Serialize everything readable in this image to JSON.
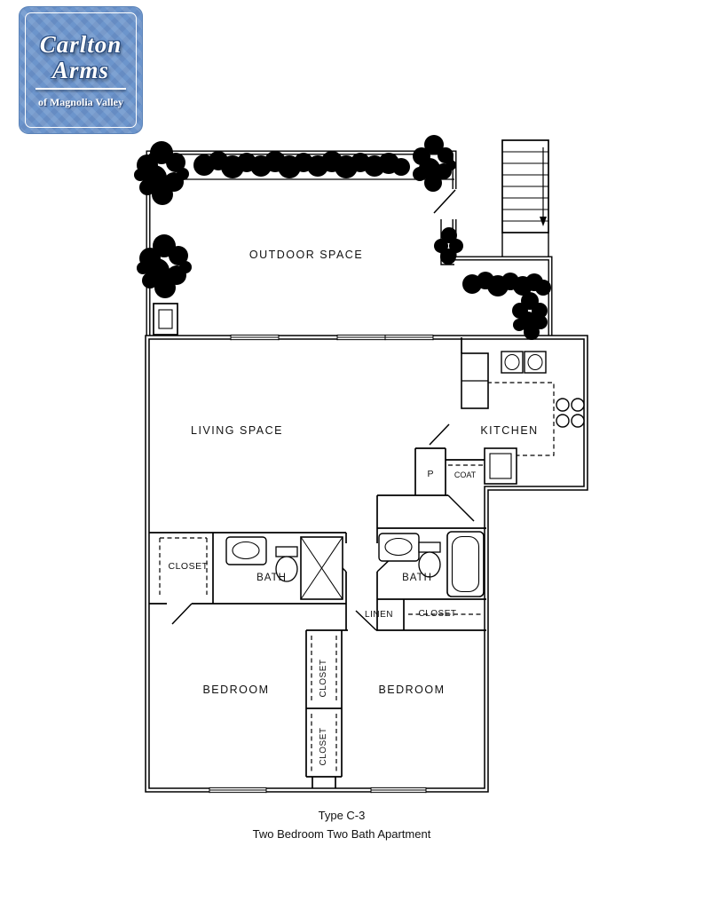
{
  "logo": {
    "name_line1": "Carlton",
    "name_line2": "Arms",
    "subtitle": "of Magnolia Valley",
    "bg_color": "#6c95cc"
  },
  "rooms": {
    "outdoor_space": "OUTDOOR SPACE",
    "living_space": "LIVING SPACE",
    "kitchen": "KITCHEN",
    "pantry": "P",
    "coat": "COAT",
    "closet_left": "CLOSET",
    "bath_left": "BATH",
    "bath_right": "BATH",
    "linen": "LINEN",
    "closet_right": "CLOSET",
    "bedroom_left": "BEDROOM",
    "closet_mid_upper": "CLOSET",
    "closet_mid_lower": "CLOSET",
    "bedroom_right": "BEDROOM"
  },
  "caption": {
    "line1": "Type C-3",
    "line2": "Two Bedroom Two Bath Apartment"
  }
}
